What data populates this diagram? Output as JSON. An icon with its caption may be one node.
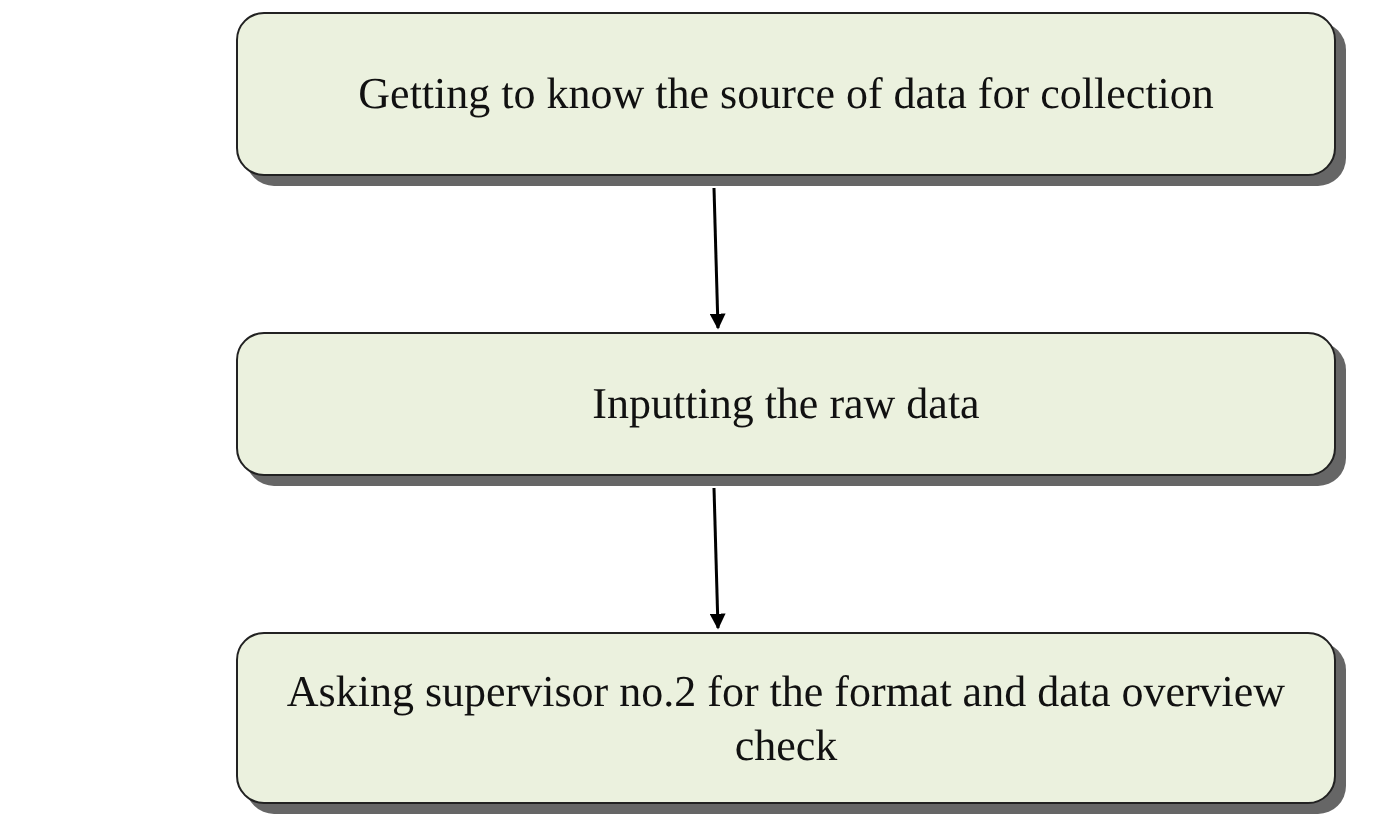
{
  "diagram": {
    "nodes": [
      {
        "text": [
          "Getting to know the source of data for collection"
        ]
      },
      {
        "text": [
          "Inputting the raw data"
        ]
      },
      {
        "text": [
          "Asking supervisor no.2 for the format and data overview check"
        ]
      }
    ],
    "edges": [
      {
        "from": 0,
        "to": 1,
        "arrow": "to"
      },
      {
        "from": 1,
        "to": 2,
        "arrow": "to"
      }
    ]
  }
}
